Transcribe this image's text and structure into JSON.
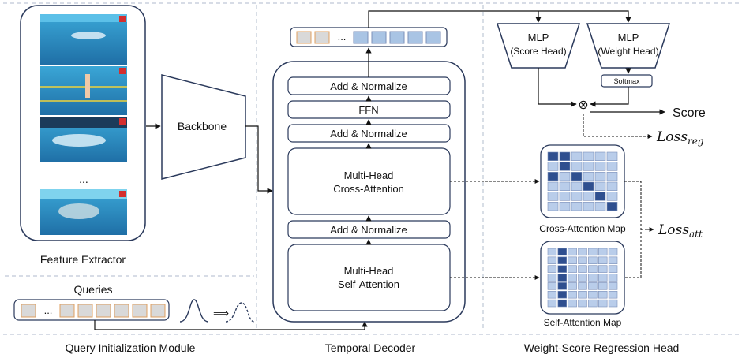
{
  "sections": {
    "feature_extractor": "Feature Extractor",
    "query_init": "Query Initialization Module",
    "temporal_decoder": "Temporal Decoder",
    "regression_head": "Weight-Score Regression Head"
  },
  "extractor": {
    "ellipsis": "...",
    "backbone": "Backbone"
  },
  "queries": {
    "label": "Queries",
    "ellipsis": "..."
  },
  "decoder": {
    "output_ellipsis": "...",
    "add_norm_top": "Add & Normalize",
    "ffn": "FFN",
    "add_norm_mid": "Add & Normalize",
    "cross_attn_line1": "Multi-Head",
    "cross_attn_line2": "Cross-Attention",
    "add_norm_low": "Add & Normalize",
    "self_attn_line1": "Multi-Head",
    "self_attn_line2": "Self-Attention"
  },
  "head": {
    "mlp_score_line1": "MLP",
    "mlp_score_line2": "(Score Head)",
    "mlp_weight_line1": "MLP",
    "mlp_weight_line2": "(Weight Head)",
    "softmax": "Softmax",
    "multiply_symbol": "⊗",
    "score": "Score",
    "loss_reg_main": "Loss",
    "loss_reg_sub": "reg",
    "loss_att_main": "Loss",
    "loss_att_sub": "att",
    "cross_map_label": "Cross-Attention Map",
    "self_map_label": "Self-Attention Map"
  },
  "colors": {
    "box_border": "#2b3a5c",
    "token_fill": "#a9c4e4",
    "token_border": "#7b8fb8",
    "map_light": "#b9cdea",
    "map_dark": "#2f4f8f",
    "water": "#2a8fc4",
    "divider": "#bfc8d6"
  },
  "cross_attention_map": {
    "rows": 6,
    "cols": 6,
    "dark_cells": [
      [
        0,
        0
      ],
      [
        1,
        1
      ],
      [
        2,
        2
      ],
      [
        3,
        3
      ],
      [
        4,
        4
      ],
      [
        5,
        5
      ],
      [
        0,
        1
      ],
      [
        2,
        0
      ]
    ]
  },
  "self_attention_map": {
    "rows": 7,
    "cols": 7,
    "dark_cells": [
      [
        0,
        1
      ],
      [
        1,
        1
      ],
      [
        2,
        1
      ],
      [
        3,
        1
      ],
      [
        4,
        1
      ],
      [
        5,
        1
      ],
      [
        6,
        1
      ]
    ]
  }
}
